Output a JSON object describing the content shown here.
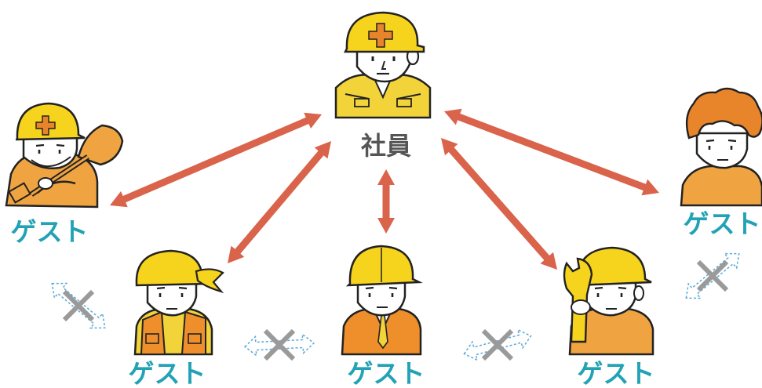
{
  "center": {
    "label": "社員"
  },
  "guests": [
    {
      "id": "g1",
      "label": "ゲスト"
    },
    {
      "id": "g2",
      "label": "ゲスト"
    },
    {
      "id": "g3",
      "label": "ゲスト"
    },
    {
      "id": "g4",
      "label": "ゲスト"
    },
    {
      "id": "g5",
      "label": "ゲスト"
    }
  ],
  "colors": {
    "arrow": "#d9634b",
    "guest_text": "#21a2b5",
    "center_text": "#555555",
    "helmet": "#f6d31c",
    "employee_shirt": "#f2d33a",
    "guest_clothing": "#f0a441",
    "vest": "#ee8f2b",
    "hair": "#e8842a",
    "cross": "#9a9a9a",
    "dashed_arrow": "#5aa8d8"
  },
  "icons": [
    "hard-hat-cross-icon",
    "shovel-icon",
    "wrench-icon",
    "no-connection-cross-icon"
  ]
}
